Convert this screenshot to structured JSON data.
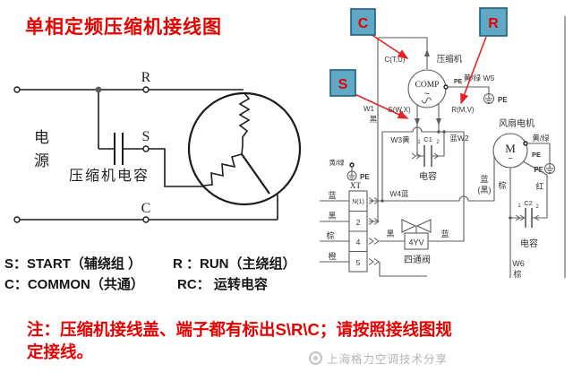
{
  "title": "单相定频压缩机接线图",
  "left_circuit": {
    "power_label": "电源",
    "cap_label": "压缩机电容",
    "terminal_r": "R",
    "terminal_s": "S",
    "terminal_c": "C"
  },
  "legend": {
    "s": "S：START（辅绕组 ）",
    "r": "R ：RUN（主绕组）",
    "c": "C：COMMON（共通）",
    "rc": "RC： 运转电容"
  },
  "note": {
    "line1": "注：压缩机接线盖、端子都有标出S\\R\\C；请按照接线图规",
    "line2": "定接线。"
  },
  "watermark": "上海格力空调技术分享",
  "right_diagram": {
    "callouts": {
      "c": "C",
      "r": "R",
      "s": "S"
    },
    "compressor": {
      "label": "压缩机",
      "comp": "COMP",
      "wave": "~",
      "c_terminal": "C(T,U)",
      "s_terminal": "S(W,X)",
      "r_terminal": "R(M,V)",
      "w1": "W1",
      "w1_color": "黑",
      "pe_small": "PE",
      "pe_wire": "黄/绿 W5",
      "pe_ground": "PE"
    },
    "cap1": {
      "w3": "W3黄",
      "w2": "蓝W2",
      "t1": "1",
      "name": "C1",
      "t2": "2",
      "label": "电容"
    },
    "terminal_block": {
      "name": "XT",
      "rows": [
        "N(1)",
        "2",
        "4",
        "5"
      ],
      "wire_colors": [
        "蓝",
        "黑",
        "棕",
        "橙"
      ],
      "pe_wire": "黄/绿",
      "pe": "PE",
      "w4": "W4蓝"
    },
    "valve": {
      "left_color": "黑",
      "name": "4YV",
      "label": "四通阀",
      "right_color": "蓝"
    },
    "fan": {
      "title": "风扇电机",
      "m": "M",
      "wave": "~",
      "pe_wire": "黄/绿",
      "pe_small": "PE",
      "pe_ground": "PE",
      "blue": "蓝",
      "blue2": "(黑)",
      "brown": "棕",
      "red": "红",
      "w6": "W6",
      "w6_color": "棕"
    },
    "cap2": {
      "t1": "1",
      "name": "C2",
      "t2": "2",
      "label": "电容"
    }
  }
}
